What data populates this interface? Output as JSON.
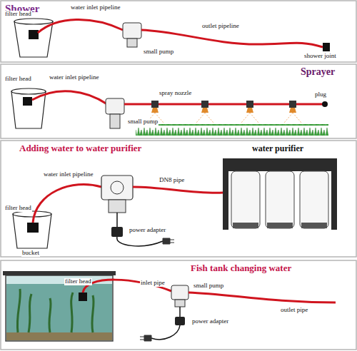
{
  "diagram": {
    "labels": [
      "Shower",
      "filter head",
      "water inlet pipeline",
      "outlet pipeline",
      "small pump",
      "shower joint",
      "Sprayer",
      "filter head",
      "water inlet pipeline",
      "spray nozzle",
      "plug",
      "small pump",
      "Adding water to water purifier",
      "water purifier",
      "water inlet pipeline",
      "DN8 pipe",
      "filter head",
      "power adapter",
      "bucket",
      "Fish tank changing water",
      "filter head",
      "inlet pipe",
      "small pump",
      "outlet pipe",
      "power adapter"
    ]
  }
}
